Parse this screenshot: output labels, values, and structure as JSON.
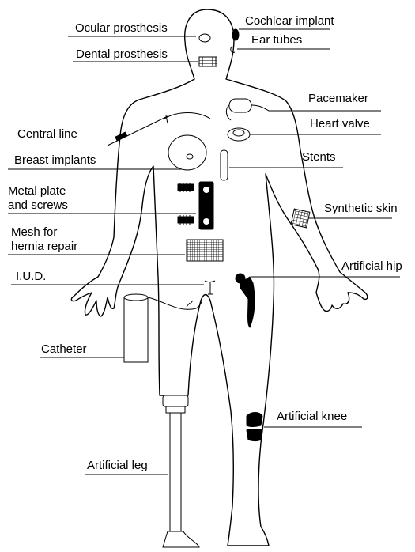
{
  "labels": {
    "ocular_prosthesis": "Ocular prosthesis",
    "cochlear_implant": "Cochlear implant",
    "ear_tubes": "Ear tubes",
    "dental_prosthesis": "Dental prosthesis",
    "pacemaker": "Pacemaker",
    "heart_valve": "Heart valve",
    "central_line": "Central line",
    "breast_implants": "Breast implants",
    "stents": "Stents",
    "metal_plate_1": "Metal plate",
    "metal_plate_2": "and screws",
    "synthetic_skin": "Synthetic skin",
    "mesh_1": "Mesh for",
    "mesh_2": "hernia repair",
    "artificial_hip": "Artificial hip",
    "iud": "I.U.D.",
    "catheter": "Catheter",
    "artificial_knee": "Artificial knee",
    "artificial_leg": "Artificial leg"
  },
  "colors": {
    "line": "#000000",
    "background": "#ffffff"
  }
}
